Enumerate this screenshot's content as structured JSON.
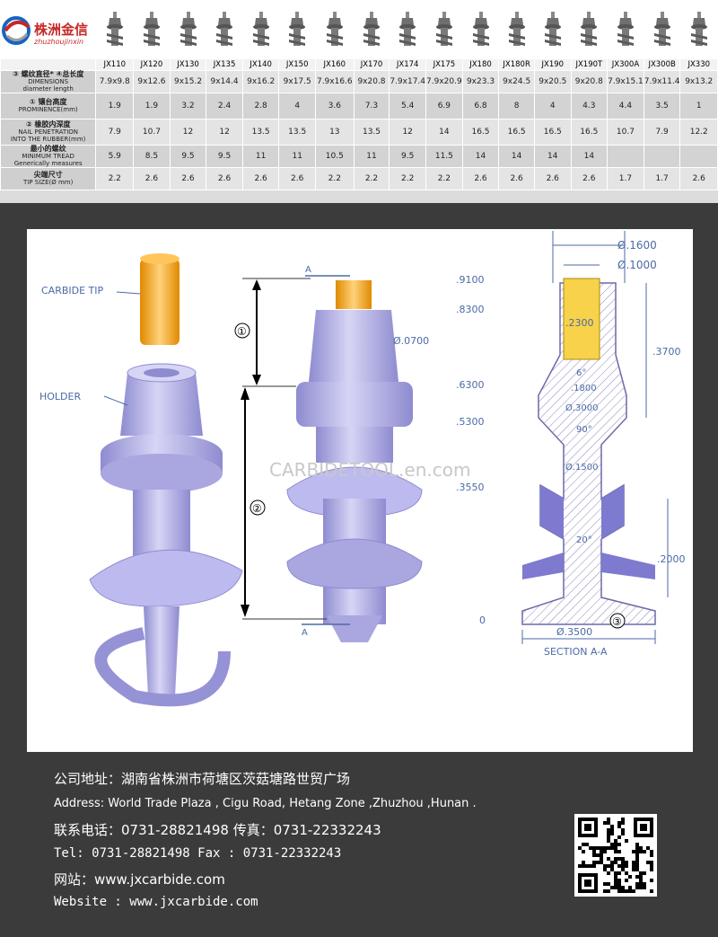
{
  "logo": {
    "cn": "株洲金信",
    "en": "zhuzhoujinxin"
  },
  "table": {
    "models": [
      "JX110",
      "JX120",
      "JX130",
      "JX135",
      "JX140",
      "JX150",
      "JX160",
      "JX170",
      "JX174",
      "JX175",
      "JX180",
      "JX180R",
      "JX190",
      "JX190T",
      "JX300A",
      "JX300B",
      "JX330"
    ],
    "rows": [
      {
        "label_cn": "③ 螺纹直径* ④总长度",
        "label_en": "DIMENSIONS",
        "label_en2": "diameter length",
        "values": [
          "7.9x9.8",
          "9x12.6",
          "9x15.2",
          "9x14.4",
          "9x16.2",
          "9x17.5",
          "7.9x16.6",
          "9x20.8",
          "7.9x17.4",
          "7.9x20.9",
          "9x23.3",
          "9x24.5",
          "9x20.5",
          "9x20.8",
          "7.9x15.1",
          "7.9x11.4",
          "9x13.2"
        ]
      },
      {
        "label_cn": "① 镶台高度",
        "label_en": "PROMINENCE(mm)",
        "label_en2": "",
        "values": [
          "1.9",
          "1.9",
          "3.2",
          "2.4",
          "2.8",
          "4",
          "3.6",
          "7.3",
          "5.4",
          "6.9",
          "6.8",
          "8",
          "4",
          "4.3",
          "4.4",
          "3.5",
          "1"
        ]
      },
      {
        "label_cn": "② 橡胶内深度",
        "label_en": "NAIL PENETRATION",
        "label_en2": "INTO THE RUBBER(mm)",
        "values": [
          "7.9",
          "10.7",
          "12",
          "12",
          "13.5",
          "13.5",
          "13",
          "13.5",
          "12",
          "14",
          "16.5",
          "16.5",
          "16.5",
          "16.5",
          "10.7",
          "7.9",
          "12.2"
        ]
      },
      {
        "label_cn": "最小的螺纹",
        "label_en": "MINIMUM TREAD",
        "label_en2": "Generically measures",
        "values": [
          "5.9",
          "8.5",
          "9.5",
          "9.5",
          "11",
          "11",
          "10.5",
          "11",
          "9.5",
          "11.5",
          "14",
          "14",
          "14",
          "14",
          "",
          "",
          ""
        ]
      },
      {
        "label_cn": "尖端尺寸",
        "label_en": "TIP SIZE(Ø mm)",
        "label_en2": "",
        "values": [
          "2.2",
          "2.6",
          "2.6",
          "2.6",
          "2.6",
          "2.6",
          "2.2",
          "2.2",
          "2.2",
          "2.2",
          "2.6",
          "2.6",
          "2.6",
          "2.6",
          "1.7",
          "1.7",
          "2.6"
        ]
      }
    ]
  },
  "drawing": {
    "carbide_tip": "CARBIDE TIP",
    "holder": "HOLDER",
    "section_a": "A",
    "circle1": "①",
    "circle2": "②",
    "circle3": "③",
    "dia_0700": "Ø.0700",
    "watermark": "CARBIDETOOL.en.com",
    "dia_1600": "Ø.1600",
    "dia_1000": "Ø.1000",
    "dim_9100": ".9100",
    "dim_8300": ".8300",
    "dim_6300": ".6300",
    "dim_5300": ".5300",
    "dim_3550": ".3550",
    "dim_0": "0",
    "dim_2300": ".2300",
    "dim_3700": ".3700",
    "ang_6": "6°",
    "dim_1800": ".1800",
    "dia_3000": "Ø.3000",
    "ang_90": "90°",
    "dia_1500": "Ø.1500",
    "ang_20": "20°",
    "dim_2000": ".2000",
    "dia_3500": "Ø.3500",
    "section_label": "SECTION A-A"
  },
  "contact": {
    "address_cn": "公司地址：湖南省株洲市荷塘区茨菇塘路世贸广场",
    "address_en": "Address: World Trade Plaza , Cigu Road,  Hetang Zone ,Zhuzhou ,Hunan .",
    "phone_cn": "联系电话：0731-28821498   传真：0731-22332243",
    "phone_en": "Tel: 0731-28821498      Fax : 0731-22332243",
    "web_cn": "网站：www.jxcarbide.com",
    "web_en": "Website : www.jxcarbide.com"
  },
  "colors": {
    "holder": "#b3b0e6",
    "tip": "#f5a623",
    "accent": "#c62828"
  }
}
